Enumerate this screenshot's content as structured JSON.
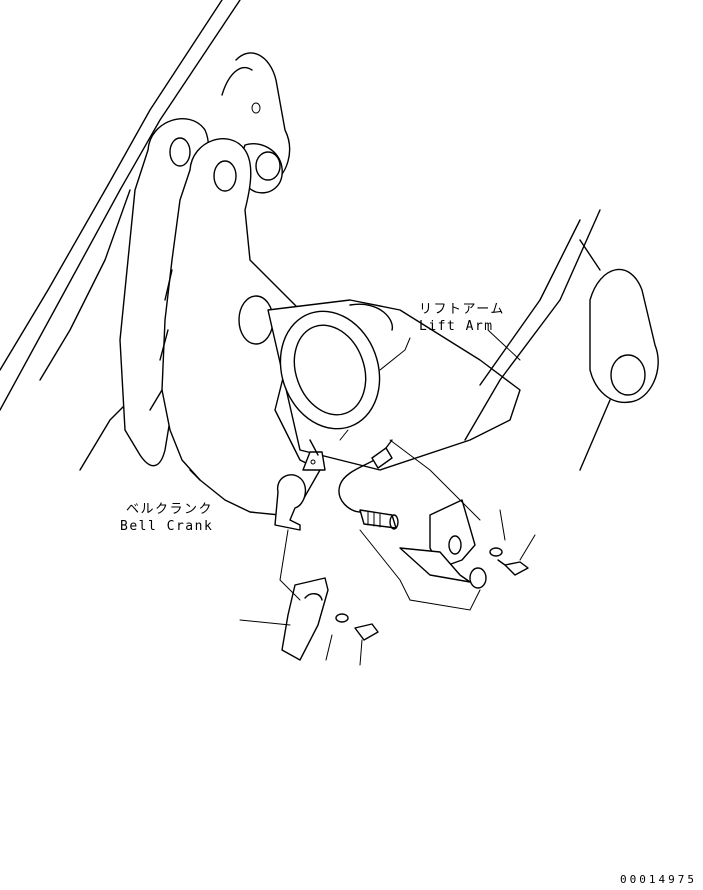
{
  "labels": {
    "lift_arm": {
      "ja": "リフトアーム",
      "en": "Lift Arm"
    },
    "bell_crank": {
      "ja": "ベルクランク",
      "en": "Bell Crank"
    }
  },
  "drawing_code": "00014975"
}
